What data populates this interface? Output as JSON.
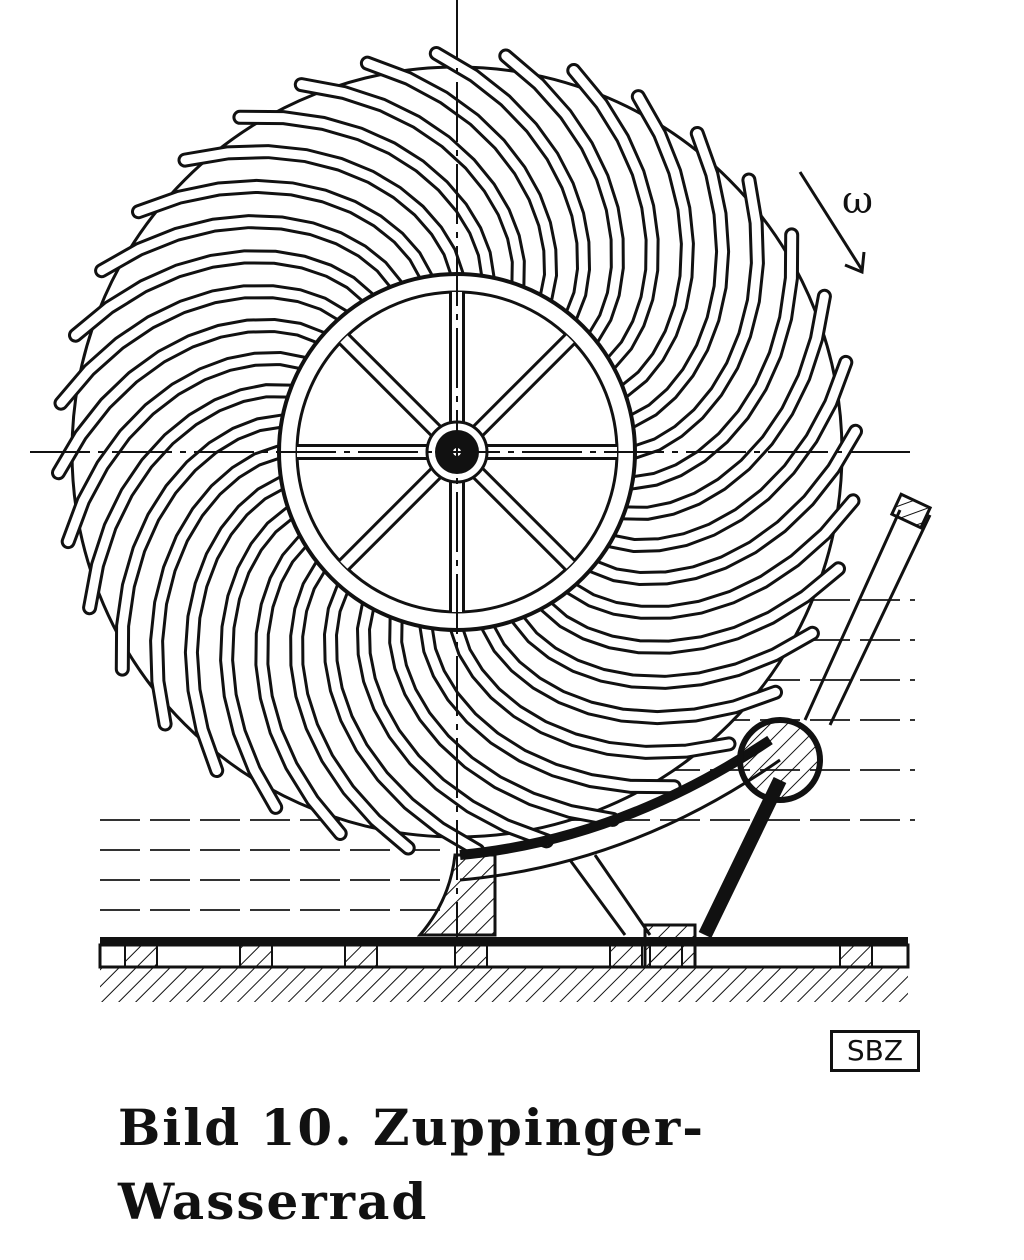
{
  "figure": {
    "caption_line1": "Bild 10.  Zuppinger-",
    "caption_line2": "Wasserrad",
    "omega_label": "ω",
    "publisher_mark": "SBZ",
    "blade_count": 36,
    "spoke_count": 8
  }
}
